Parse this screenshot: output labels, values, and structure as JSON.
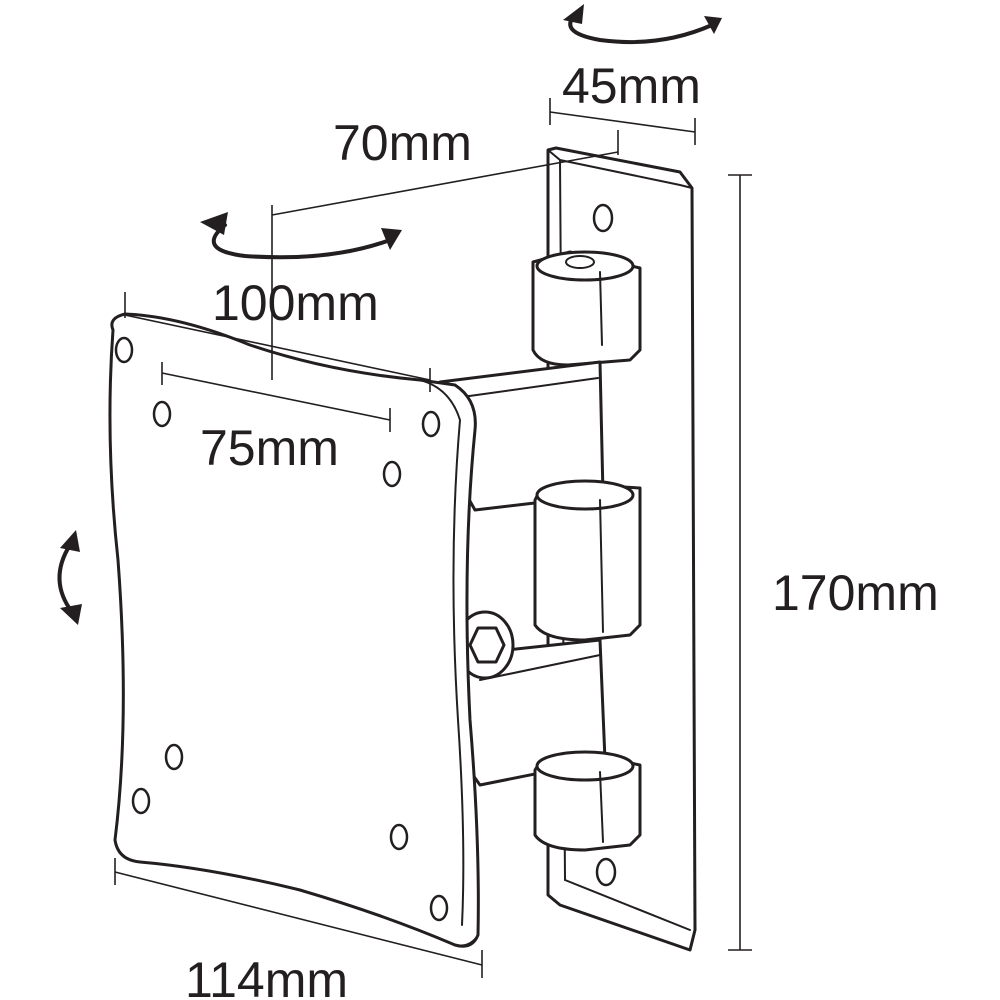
{
  "dimensions": {
    "swivel_depth": "45mm",
    "arm_length": "70mm",
    "vesa_large": "100mm",
    "vesa_small": "75mm",
    "plate_width": "114mm",
    "height": "170mm"
  },
  "colors": {
    "line": "#231f20",
    "fill": "#ffffff"
  },
  "icons": [
    "rotate-horizontal-icon",
    "rotate-horizontal-icon",
    "tilt-vertical-icon",
    "hex-bolt-icon"
  ]
}
